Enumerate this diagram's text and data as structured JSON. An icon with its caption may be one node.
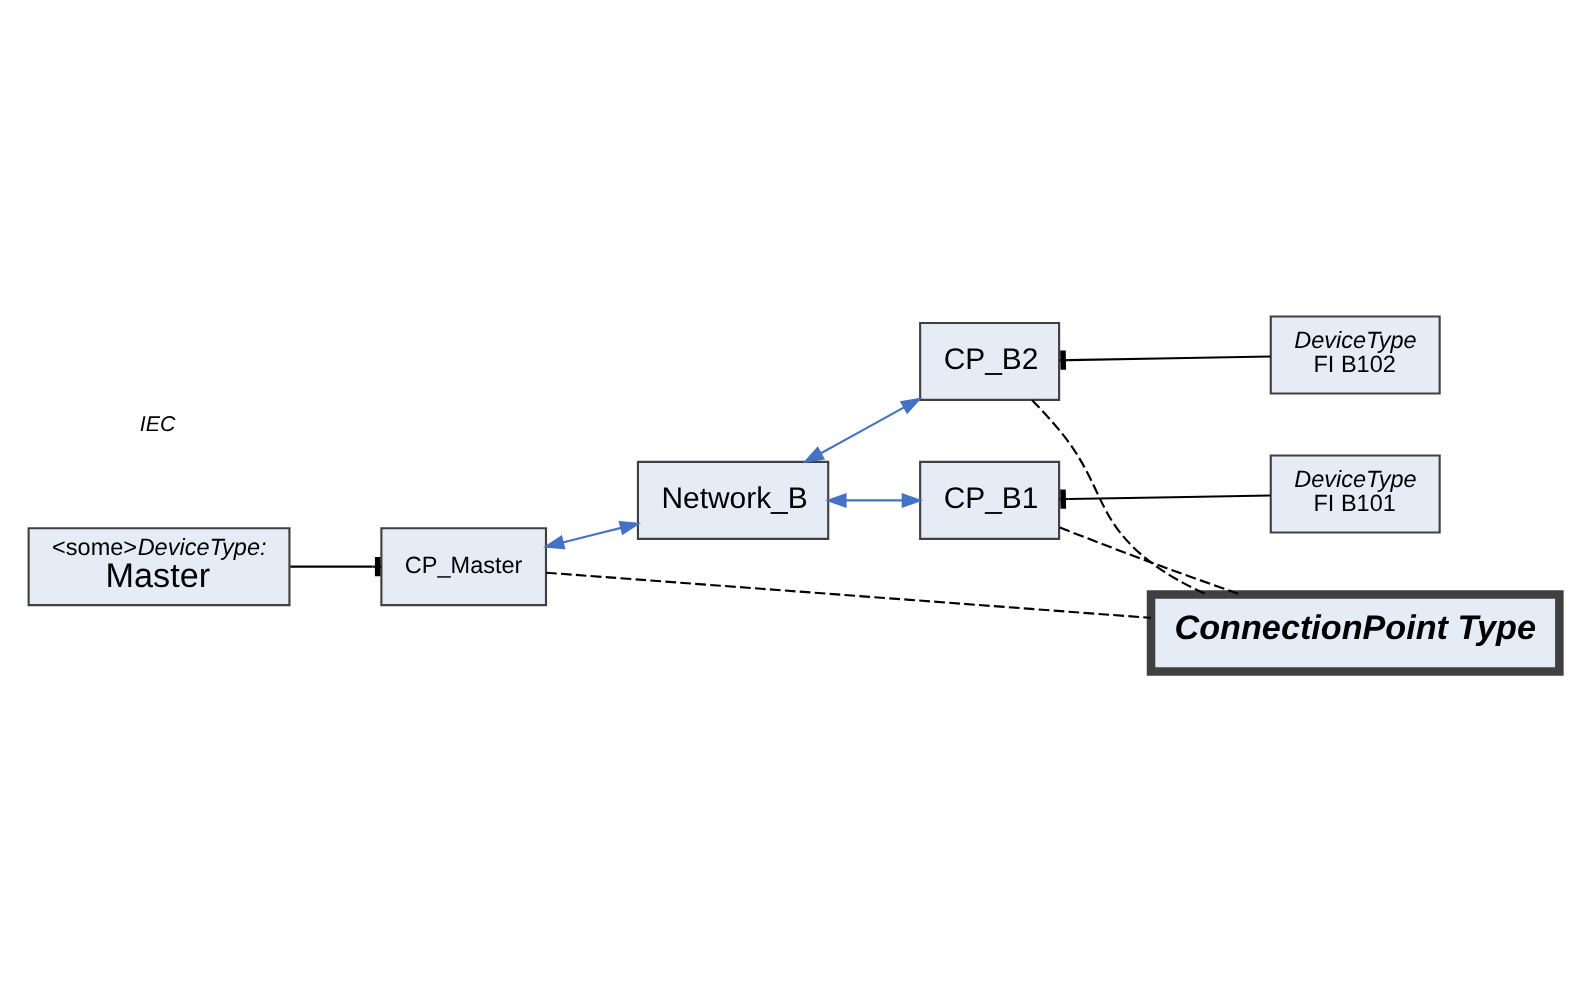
{
  "diagram": {
    "nodes": [
      {
        "text": [
          "ConnectionPoint Type"
        ]
      },
      {
        "text": [
          "<some>*DeviceType:*",
          "Master"
        ]
      },
      {
        "text": [
          "CP_Master"
        ]
      },
      {
        "text": [
          "Network_B"
        ]
      },
      {
        "text": [
          "CP_B1"
        ]
      },
      {
        "text": [
          "DeviceType",
          "FI B101"
        ]
      },
      {
        "text": [
          "CP_B2"
        ]
      },
      {
        "text": [
          "DeviceType",
          "FI B102"
        ]
      }
    ],
    "edges": [
      {
        "from": 1,
        "to": 2,
        "arrow": "other"
      },
      {
        "from": 2,
        "to": 0,
        "arrow": "none",
        "style": "dashed"
      },
      {
        "from": 2,
        "to": 3,
        "arrow": "both",
        "color": "#4472c4"
      },
      {
        "from": 3,
        "to": 4,
        "arrow": "both",
        "color": "#4472c4"
      },
      {
        "from": 3,
        "to": 6,
        "arrow": "both",
        "color": "#4472c4"
      },
      {
        "from": 4,
        "to": 0,
        "arrow": "none",
        "style": "dashed"
      },
      {
        "from": 6,
        "to": 0,
        "arrow": "none",
        "style": "dashed"
      },
      {
        "from": 4,
        "to": 5,
        "arrow": "other"
      },
      {
        "from": 6,
        "to": 7,
        "arrow": "other"
      }
    ],
    "labels": [
      "IEC"
    ]
  }
}
